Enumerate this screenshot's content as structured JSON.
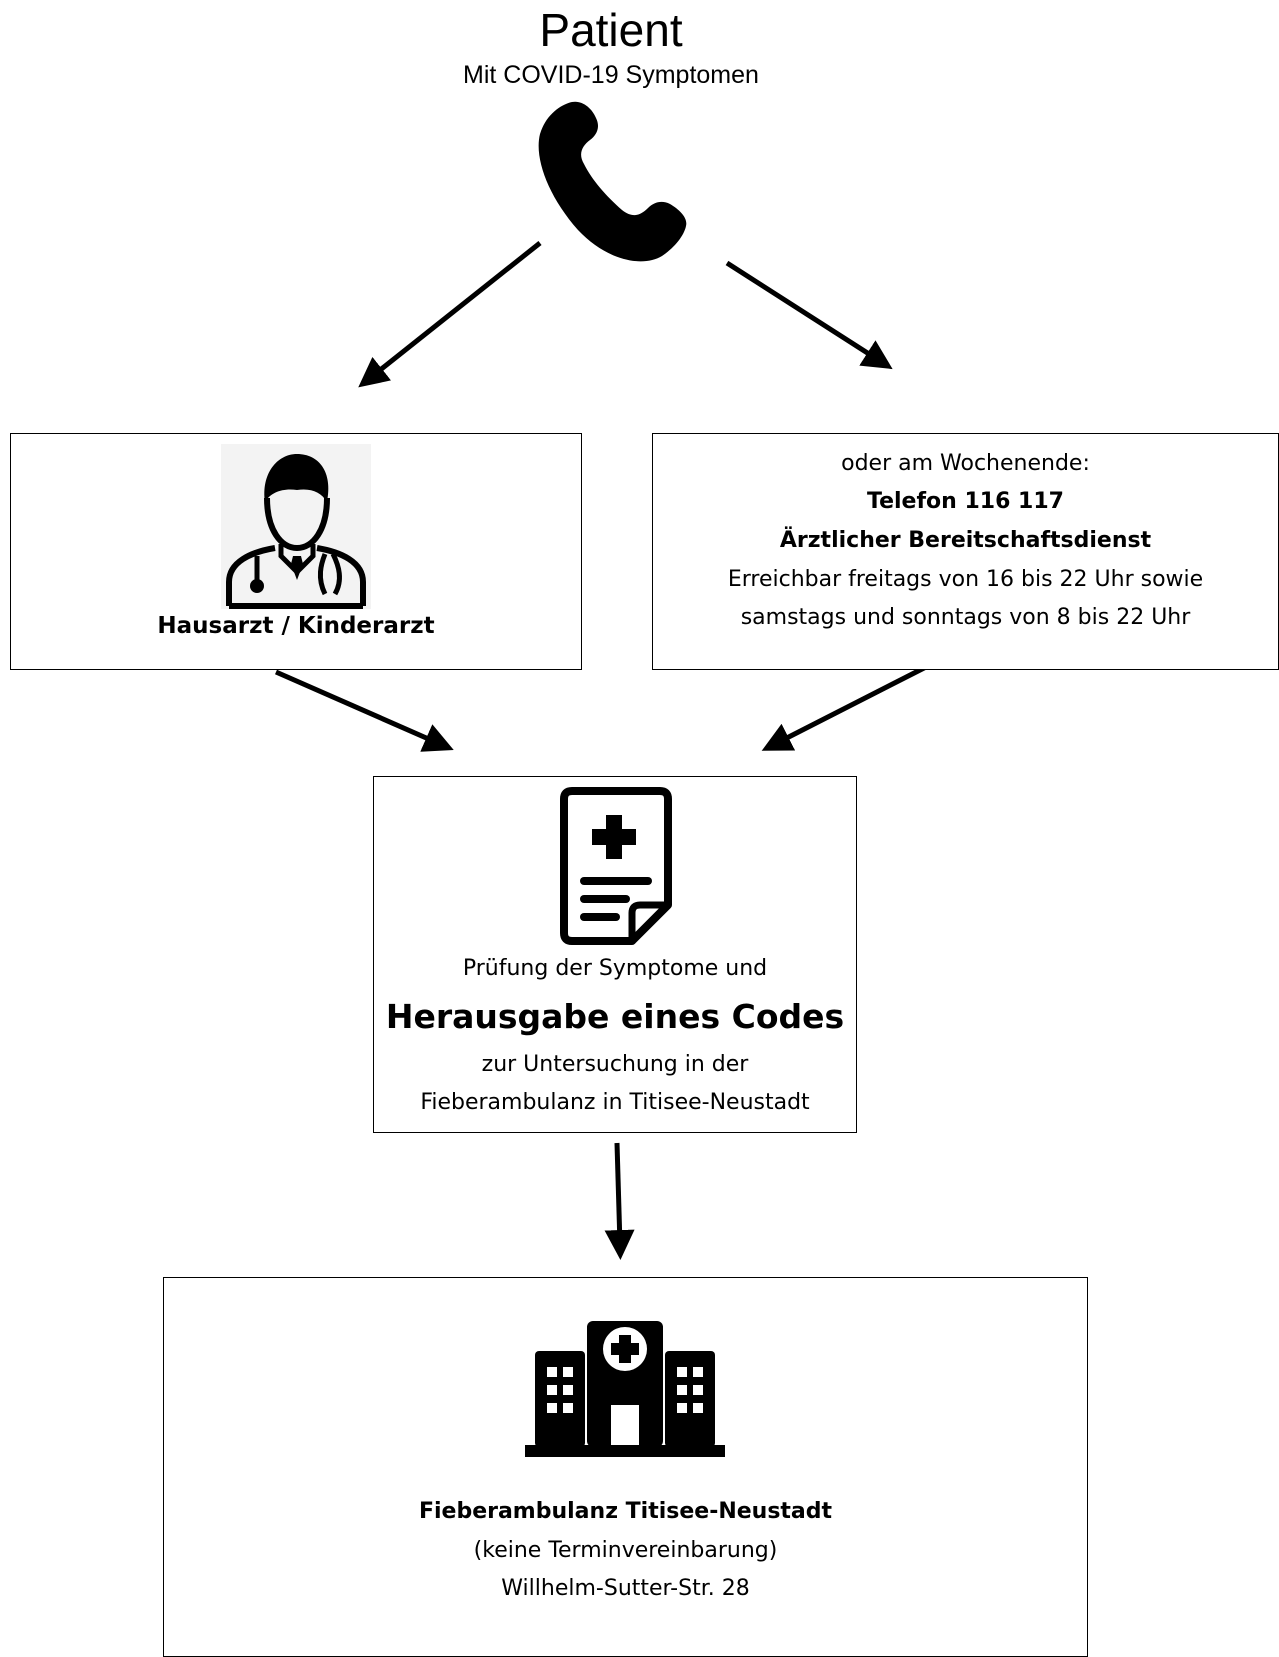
{
  "header": {
    "title": "Patient",
    "subtitle": "Mit COVID-19 Symptomen"
  },
  "nodes": {
    "left": {
      "label": "Hausarzt / Kinderarzt"
    },
    "right": {
      "line1": "oder am Wochenende:",
      "line2": "Telefon 116 117",
      "line3": "Ärztlicher Bereitschaftsdienst",
      "line4": "Erreichbar freitags von 16 bis 22 Uhr sowie",
      "line5": "samstags und sonntags von 8 bis 22 Uhr"
    },
    "center": {
      "line1": "Prüfung der Symptome und",
      "line2": "Herausgabe eines Codes",
      "line3": "zur Untersuchung in der",
      "line4": "Fieberambulanz in Titisee-Neustadt"
    },
    "bottom": {
      "line1": "Fieberambulanz Titisee-Neustadt",
      "line2": "(keine Terminvereinbarung)",
      "line3": "Willhelm-Sutter-Str. 28"
    }
  },
  "icons": {
    "phone": "phone-icon",
    "doctor": "doctor-icon",
    "document": "medical-document-icon",
    "hospital": "hospital-icon"
  }
}
